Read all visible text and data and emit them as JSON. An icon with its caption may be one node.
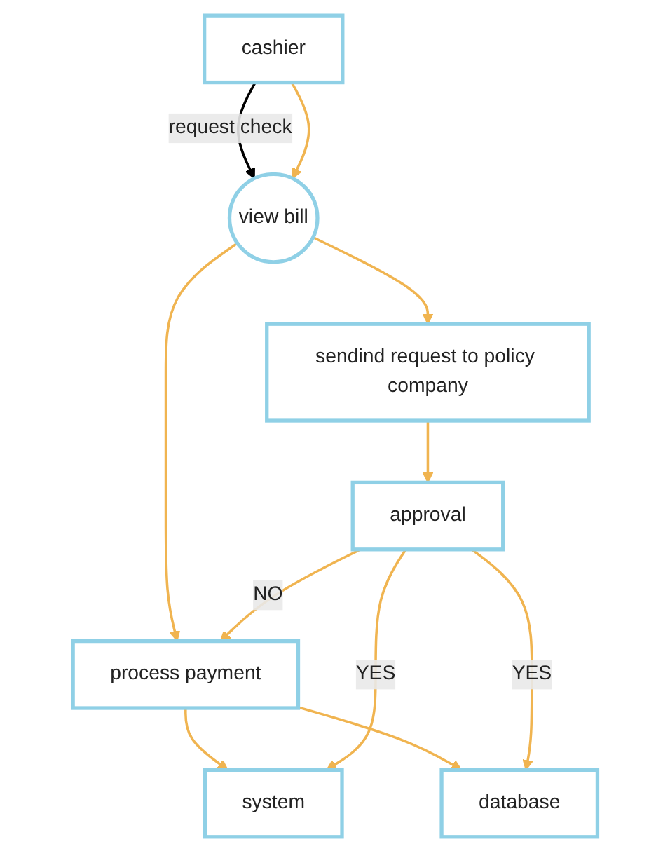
{
  "diagram": {
    "nodes": [
      {
        "text": [
          "cashier"
        ]
      },
      {
        "text": [
          "view bill"
        ]
      },
      {
        "text": [
          "process payment"
        ]
      },
      {
        "text": [
          "sendind request to policy company"
        ]
      },
      {
        "text": [
          "approval"
        ]
      },
      {
        "text": [
          "system"
        ]
      },
      {
        "text": [
          "database"
        ]
      }
    ],
    "edges": [
      {
        "from": 0,
        "to": 1,
        "arrow": "to",
        "label": "request check",
        "color": "#000000"
      },
      {
        "from": 0,
        "to": 1,
        "arrow": "to"
      },
      {
        "from": 1,
        "to": 2,
        "arrow": "to"
      },
      {
        "from": 1,
        "to": 3,
        "arrow": "to"
      },
      {
        "from": 3,
        "to": 4,
        "arrow": "to"
      },
      {
        "from": 4,
        "to": 2,
        "arrow": "to",
        "label": "NO"
      },
      {
        "from": 2,
        "to": 5,
        "arrow": "to"
      },
      {
        "from": 2,
        "to": 6,
        "arrow": "to"
      },
      {
        "from": 4,
        "to": 6,
        "arrow": "to",
        "label": "YES"
      },
      {
        "from": 4,
        "to": 5,
        "arrow": "to",
        "label": "YES"
      }
    ]
  }
}
